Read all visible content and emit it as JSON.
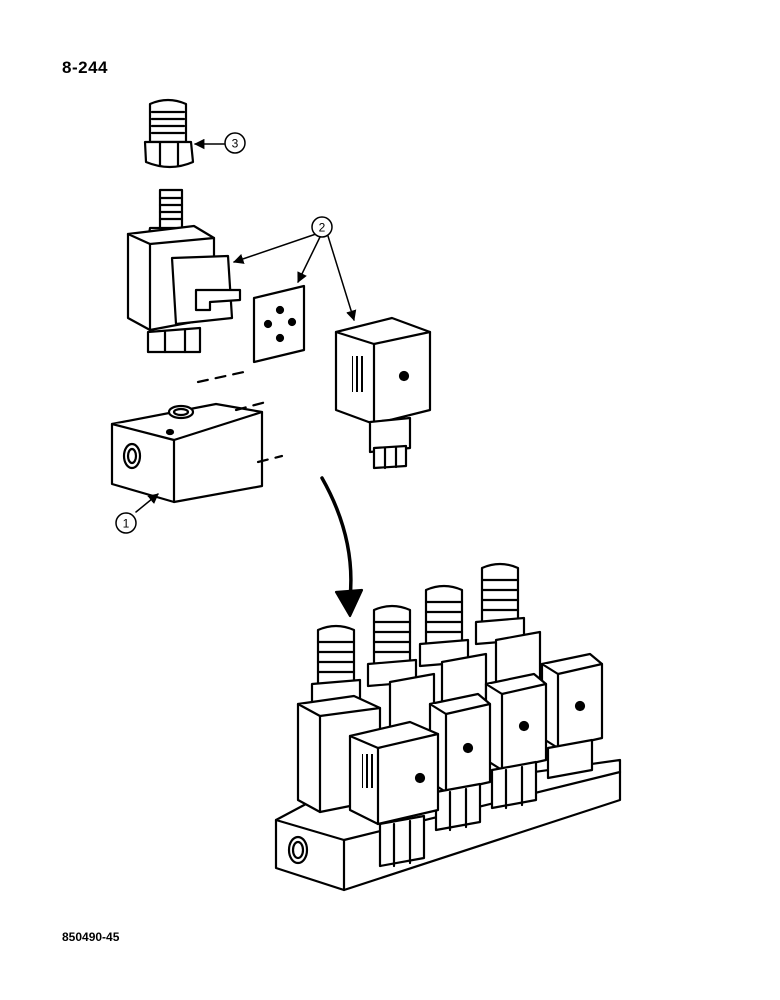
{
  "header": {
    "page_number": "8-244"
  },
  "footer": {
    "figure_id": "850490-45"
  },
  "callouts": [
    {
      "id": "callout-1",
      "label": "1"
    },
    {
      "id": "callout-2",
      "label": "2"
    },
    {
      "id": "callout-3",
      "label": "3"
    }
  ]
}
